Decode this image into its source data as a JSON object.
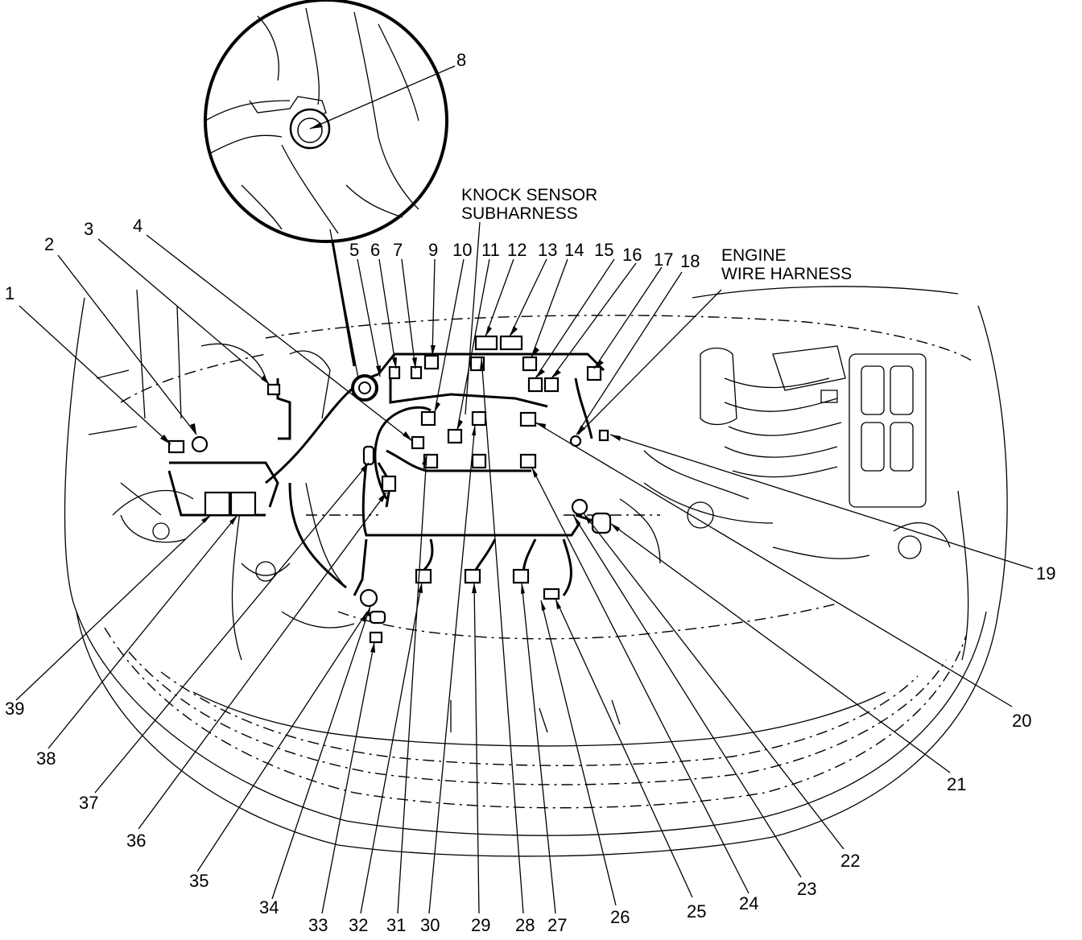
{
  "labels": {
    "knock_sensor_line1": "KNOCK SENSOR",
    "knock_sensor_line2": "SUBHARNESS",
    "engine_harness_line1": "ENGINE",
    "engine_harness_line2": "WIRE HARNESS"
  },
  "callouts": [
    "1",
    "2",
    "3",
    "4",
    "5",
    "6",
    "7",
    "8",
    "9",
    "10",
    "11",
    "12",
    "13",
    "14",
    "15",
    "16",
    "17",
    "18",
    "19",
    "20",
    "21",
    "22",
    "23",
    "24",
    "25",
    "26",
    "27",
    "28",
    "29",
    "30",
    "31",
    "32",
    "33",
    "34",
    "35",
    "36",
    "37",
    "38",
    "39"
  ]
}
